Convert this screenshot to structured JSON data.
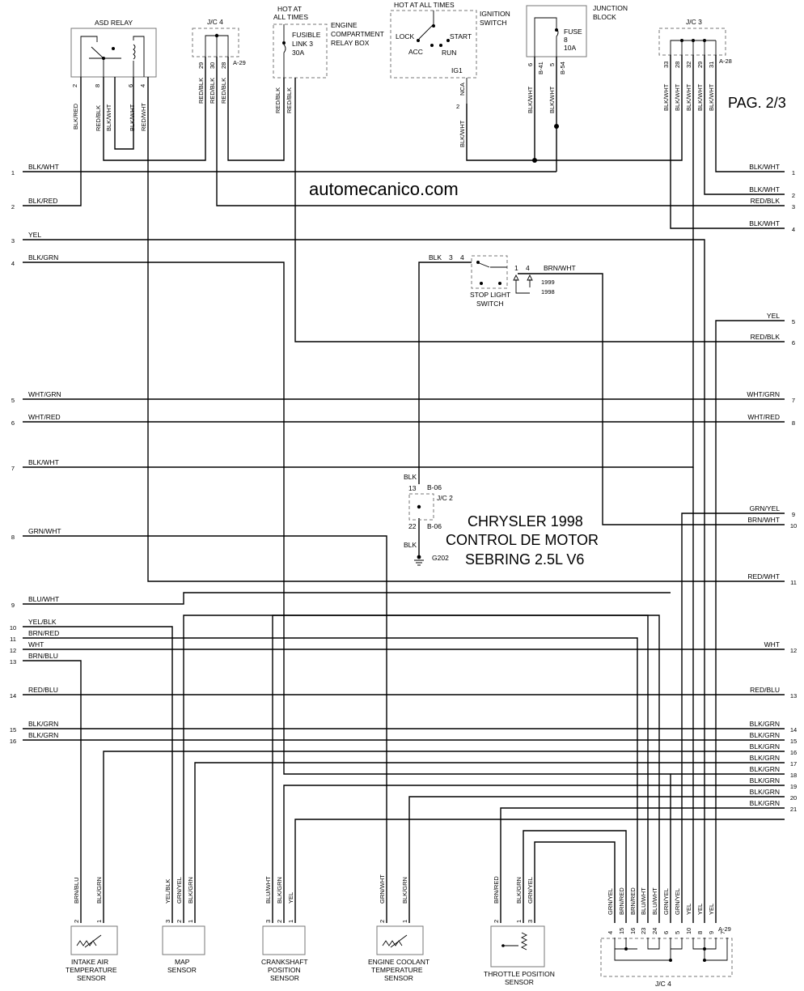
{
  "page_label": "PAG. 2/3",
  "watermark": "automecanico.com",
  "title_lines": [
    "CHRYSLER 1998",
    "CONTROL DE MOTOR",
    "SEBRING 2.5L V6"
  ],
  "top": {
    "asd_relay": {
      "title": "ASD RELAY",
      "pins": [
        "2",
        "8",
        "6",
        "4"
      ],
      "wires": [
        "BLK/RED",
        "RED/BLK",
        "BLK/WHT",
        "BLK/WHT",
        "RED/WHT"
      ]
    },
    "jc4_top": {
      "title": "J/C 4",
      "pins": [
        "29",
        "30",
        "28"
      ],
      "code": "A-29",
      "wires": [
        "RED/BLK",
        "RED/BLK",
        "RED/BLK"
      ]
    },
    "fusible": {
      "hot": [
        "HOT AT",
        "ALL TIMES"
      ],
      "label": [
        "FUSIBLE",
        "LINK 3",
        "30A"
      ],
      "box": [
        "ENGINE",
        "COMPARTMENT",
        "RELAY BOX"
      ],
      "wires": [
        "RED/BLK",
        "RED/BLK"
      ]
    },
    "ignition": {
      "hot": "HOT AT ALL TIMES",
      "title": [
        "IGNITION",
        "SWITCH"
      ],
      "positions": [
        "LOCK",
        "ACC",
        "RUN",
        "START"
      ],
      "ig": "IG1",
      "nca": "NCA",
      "pin": "2",
      "wire": "BLK/WHT"
    },
    "junction": {
      "title": [
        "JUNCTION",
        "BLOCK"
      ],
      "fuse": [
        "FUSE",
        "8",
        "10A"
      ],
      "pins": [
        "6",
        "5"
      ],
      "codes": [
        "B-41",
        "B-54"
      ],
      "wires": [
        "BLK/WHT",
        "BLK/WHT"
      ]
    },
    "jc3": {
      "title": "J/C 3",
      "pins": [
        "33",
        "28",
        "32",
        "29",
        "31"
      ],
      "code": "A-28",
      "wires": [
        "BLK/WHT",
        "BLK/WHT",
        "BLK/WHT",
        "BLK/WHT",
        "BLK/WHT"
      ]
    }
  },
  "left_wires": [
    {
      "n": "1",
      "label": "BLK/WHT"
    },
    {
      "n": "2",
      "label": "BLK/RED"
    },
    {
      "n": "3",
      "label": "YEL"
    },
    {
      "n": "4",
      "label": "BLK/GRN"
    },
    {
      "n": "5",
      "label": "WHT/GRN"
    },
    {
      "n": "6",
      "label": "WHT/RED"
    },
    {
      "n": "7",
      "label": "BLK/WHT"
    },
    {
      "n": "8",
      "label": "GRN/WHT"
    },
    {
      "n": "9",
      "label": "BLU/WHT"
    },
    {
      "n": "10",
      "label": "YEL/BLK"
    },
    {
      "n": "11",
      "label": "BRN/RED"
    },
    {
      "n": "12",
      "label": "WHT"
    },
    {
      "n": "13",
      "label": "BRN/BLU"
    },
    {
      "n": "14",
      "label": "RED/BLU"
    },
    {
      "n": "15",
      "label": "BLK/GRN"
    },
    {
      "n": "16",
      "label": "BLK/GRN"
    }
  ],
  "right_wires": [
    {
      "n": "1",
      "label": "BLK/WHT"
    },
    {
      "n": "2",
      "label": "BLK/WHT"
    },
    {
      "n": "3",
      "label": "RED/BLK"
    },
    {
      "n": "4",
      "label": "BLK/WHT"
    },
    {
      "n": "5",
      "label": "YEL"
    },
    {
      "n": "6",
      "label": "RED/BLK"
    },
    {
      "n": "7",
      "label": "WHT/GRN"
    },
    {
      "n": "8",
      "label": "WHT/RED"
    },
    {
      "n": "9",
      "label": "GRN/YEL"
    },
    {
      "n": "10",
      "label": "BRN/WHT"
    },
    {
      "n": "11",
      "label": "RED/WHT"
    },
    {
      "n": "12",
      "label": "WHT"
    },
    {
      "n": "13",
      "label": "RED/BLU"
    },
    {
      "n": "14",
      "label": "BLK/GRN"
    },
    {
      "n": "15",
      "label": "BLK/GRN"
    },
    {
      "n": "16",
      "label": "BLK/GRN"
    },
    {
      "n": "17",
      "label": "BLK/GRN"
    },
    {
      "n": "18",
      "label": "BLK/GRN"
    },
    {
      "n": "19",
      "label": "BLK/GRN"
    },
    {
      "n": "20",
      "label": "BLK/GRN"
    },
    {
      "n": "21",
      "label": "BLK/GRN"
    }
  ],
  "stop_light": {
    "title": [
      "STOP LIGHT",
      "SWITCH"
    ],
    "wire_in": "BLK",
    "pins": [
      "3",
      "4",
      "1",
      "4"
    ],
    "wire_out": "BRN/WHT",
    "years": [
      "1999",
      "1998"
    ]
  },
  "jc2": {
    "title": "J/C 2",
    "top_wire": "BLK",
    "top_pin": "13",
    "top_code": "B-06",
    "bottom_pin": "22",
    "bottom_code": "B-06",
    "bottom_wire": "BLK",
    "ground": "G202"
  },
  "sensors": {
    "iat": {
      "name": [
        "INTAKE AIR",
        "TEMPERATURE",
        "SENSOR"
      ],
      "pins": [
        "2",
        "1"
      ],
      "wires": [
        "BRN/BLU",
        "BLK/GRN"
      ]
    },
    "map": {
      "name": [
        "MAP",
        "SENSOR"
      ],
      "pins": [
        "3",
        "2",
        "1"
      ],
      "wires": [
        "YEL/BLK",
        "GRN/YEL",
        "BLK/GRN"
      ]
    },
    "ckp": {
      "name": [
        "CRANKSHAFT",
        "POSITION",
        "SENSOR"
      ],
      "pins": [
        "3",
        "2",
        "1"
      ],
      "wires": [
        "BLU/WHT",
        "BLK/GRN",
        "YEL"
      ]
    },
    "ect": {
      "name": [
        "ENGINE COOLANT",
        "TEMPERATURE",
        "SENSOR"
      ],
      "pins": [
        "2",
        "1"
      ],
      "wires": [
        "GRN/WHT",
        "BLK/GRN"
      ]
    },
    "tps": {
      "name": [
        "THROTTLE POSITION",
        "SENSOR"
      ],
      "pins": [
        "2",
        "1",
        "3"
      ],
      "wires": [
        "BRN/RED",
        "BLK/GRN",
        "GRN/YEL"
      ]
    }
  },
  "jc4_bottom": {
    "title": "J/C 4",
    "code": "A-29",
    "pins": [
      "4",
      "15",
      "16",
      "23",
      "24",
      "6",
      "5",
      "10",
      "8",
      "9",
      "7"
    ],
    "wires": [
      "GRN/YEL",
      "BRN/RED",
      "BRN/RED",
      "BLU/WHT",
      "BLU/WHT",
      "GRN/YEL",
      "GRN/YEL",
      "YEL",
      "YEL",
      "YEL"
    ]
  }
}
